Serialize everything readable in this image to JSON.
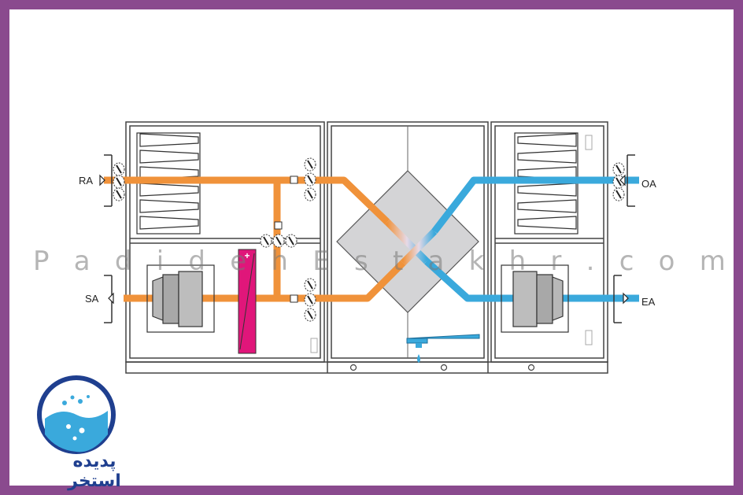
{
  "ports": {
    "return_air": "RA",
    "supply_air": "SA",
    "outdoor_air": "OA",
    "exhaust_air": "EA"
  },
  "heater_symbol": "+",
  "watermark": "PadidehEstakhr.com",
  "logo": {
    "brand_text": "پدیده استخر"
  },
  "colors": {
    "frame": "#8a4a8e",
    "warm_air": "#f0923a",
    "cold_air": "#3aa9dc",
    "heater": "#e0167a",
    "casing": "#444444",
    "heat_exchanger": "#d4d4d6",
    "logo_blue": "#1f3f8f",
    "logo_water": "#3aa9dc"
  },
  "icons": [
    "damper-icon",
    "filter-icon",
    "fan-icon",
    "heater-coil-icon",
    "heat-exchanger-icon",
    "drain-icon",
    "logo-icon"
  ]
}
